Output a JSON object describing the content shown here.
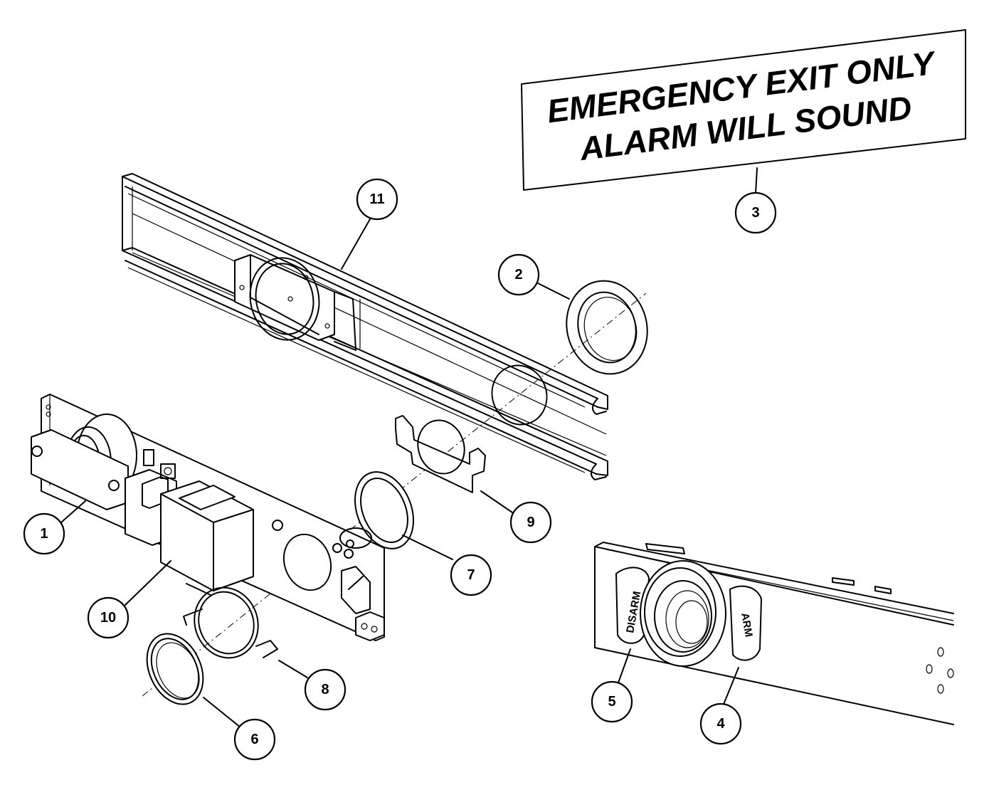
{
  "sign": {
    "line1": "EMERGENCY EXIT ONLY",
    "line2": "ALARM WILL SOUND"
  },
  "panel": {
    "disarm_label": "DISARM",
    "arm_label": "ARM"
  },
  "callouts": {
    "c1": "1",
    "c2": "2",
    "c3": "3",
    "c4": "4",
    "c5": "5",
    "c6": "6",
    "c7": "7",
    "c8": "8",
    "c9": "9",
    "c10": "10",
    "c11": "11"
  }
}
